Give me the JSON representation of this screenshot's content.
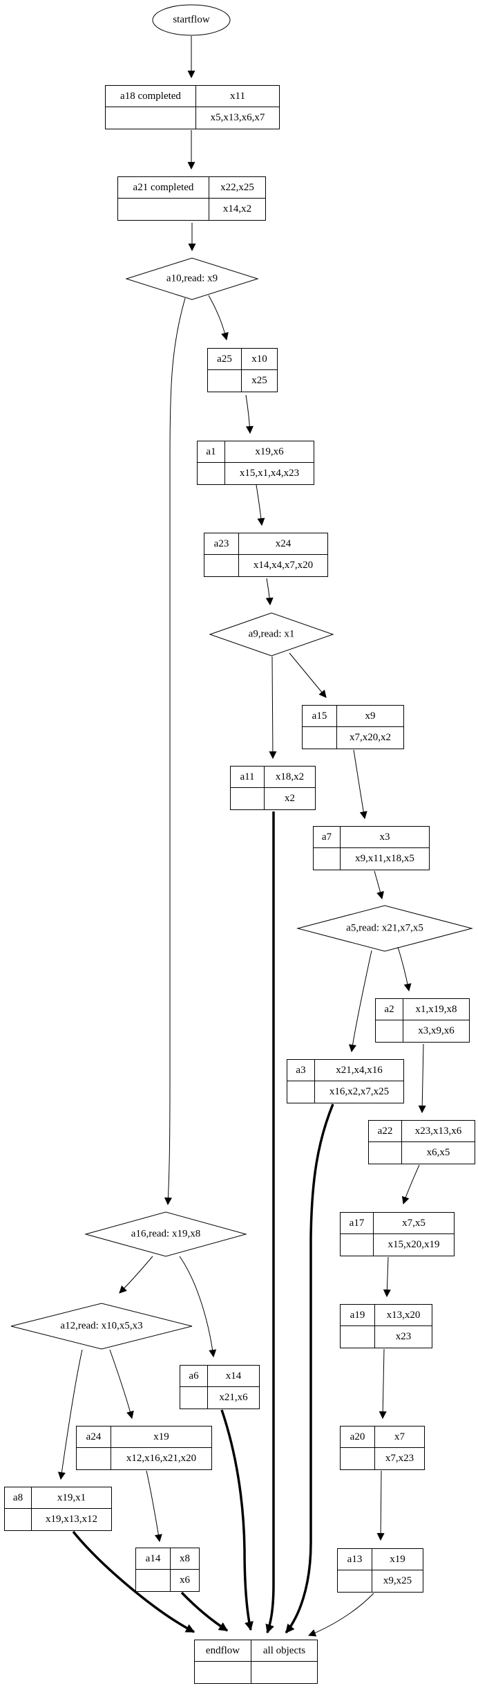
{
  "start": {
    "label": "startflow"
  },
  "nodes": {
    "a18": {
      "name": "a18 completed",
      "top": "x11",
      "bottom": "x5,x13,x6,x7"
    },
    "a21": {
      "name": "a21 completed",
      "top": "x22,x25",
      "bottom": "x14,x2"
    },
    "a25": {
      "name": "a25",
      "top": "x10",
      "bottom": "x25"
    },
    "a1": {
      "name": "a1",
      "top": "x19,x6",
      "bottom": "x15,x1,x4,x23"
    },
    "a23": {
      "name": "a23",
      "top": "x24",
      "bottom": "x14,x4,x7,x20"
    },
    "a15": {
      "name": "a15",
      "top": "x9",
      "bottom": "x7,x20,x2"
    },
    "a11": {
      "name": "a11",
      "top": "x18,x2",
      "bottom": "x2"
    },
    "a7": {
      "name": "a7",
      "top": "x3",
      "bottom": "x9,x11,x18,x5"
    },
    "a2": {
      "name": "a2",
      "top": "x1,x19,x8",
      "bottom": "x3,x9,x6"
    },
    "a3": {
      "name": "a3",
      "top": "x21,x4,x16",
      "bottom": "x16,x2,x7,x25"
    },
    "a22": {
      "name": "a22",
      "top": "x23,x13,x6",
      "bottom": "x6,x5"
    },
    "a17": {
      "name": "a17",
      "top": "x7,x5",
      "bottom": "x15,x20,x19"
    },
    "a19": {
      "name": "a19",
      "top": "x13,x20",
      "bottom": "x23"
    },
    "a6": {
      "name": "a6",
      "top": "x14",
      "bottom": "x21,x6"
    },
    "a24": {
      "name": "a24",
      "top": "x19",
      "bottom": "x12,x16,x21,x20"
    },
    "a8": {
      "name": "a8",
      "top": "x19,x1",
      "bottom": "x19,x13,x12"
    },
    "a14": {
      "name": "a14",
      "top": "x8",
      "bottom": "x6"
    },
    "a20": {
      "name": "a20",
      "top": "x7",
      "bottom": "x7,x23"
    },
    "a13": {
      "name": "a13",
      "top": "x19",
      "bottom": "x9,x25"
    },
    "endflow": {
      "name": "endflow",
      "top": "all objects",
      "bottom": ""
    }
  },
  "decisions": {
    "a10": {
      "label": "a10,read: x9"
    },
    "a9": {
      "label": "a9,read: x1"
    },
    "a5": {
      "label": "a5,read: x21,x7,x5"
    },
    "a16": {
      "label": "a16,read: x19,x8"
    },
    "a12": {
      "label": "a12,read: x10,x5,x3"
    }
  },
  "edges": [
    {
      "from": "startflow",
      "to": "a18",
      "bold": false
    },
    {
      "from": "a18",
      "to": "a21",
      "bold": false
    },
    {
      "from": "a21",
      "to": "a10",
      "bold": false
    },
    {
      "from": "a10",
      "to": "a25",
      "bold": false
    },
    {
      "from": "a10",
      "to": "a16",
      "bold": false
    },
    {
      "from": "a25",
      "to": "a1",
      "bold": false
    },
    {
      "from": "a1",
      "to": "a23",
      "bold": false
    },
    {
      "from": "a23",
      "to": "a9",
      "bold": false
    },
    {
      "from": "a9",
      "to": "a11",
      "bold": false
    },
    {
      "from": "a9",
      "to": "a15",
      "bold": false
    },
    {
      "from": "a15",
      "to": "a7",
      "bold": false
    },
    {
      "from": "a7",
      "to": "a5",
      "bold": false
    },
    {
      "from": "a5",
      "to": "a2",
      "bold": false
    },
    {
      "from": "a5",
      "to": "a3",
      "bold": false
    },
    {
      "from": "a2",
      "to": "a22",
      "bold": false
    },
    {
      "from": "a22",
      "to": "a17",
      "bold": false
    },
    {
      "from": "a17",
      "to": "a19",
      "bold": false
    },
    {
      "from": "a19",
      "to": "a20",
      "bold": false
    },
    {
      "from": "a20",
      "to": "a13",
      "bold": false
    },
    {
      "from": "a16",
      "to": "a12",
      "bold": false
    },
    {
      "from": "a16",
      "to": "a6",
      "bold": false
    },
    {
      "from": "a12",
      "to": "a24",
      "bold": false
    },
    {
      "from": "a12",
      "to": "a8",
      "bold": false
    },
    {
      "from": "a24",
      "to": "a14",
      "bold": false
    },
    {
      "from": "a13",
      "to": "endflow",
      "bold": false
    },
    {
      "from": "a11",
      "to": "endflow",
      "bold": true
    },
    {
      "from": "a3",
      "to": "endflow",
      "bold": true
    },
    {
      "from": "a6",
      "to": "endflow",
      "bold": true
    },
    {
      "from": "a8",
      "to": "endflow",
      "bold": true
    },
    {
      "from": "a14",
      "to": "endflow",
      "bold": true
    }
  ]
}
